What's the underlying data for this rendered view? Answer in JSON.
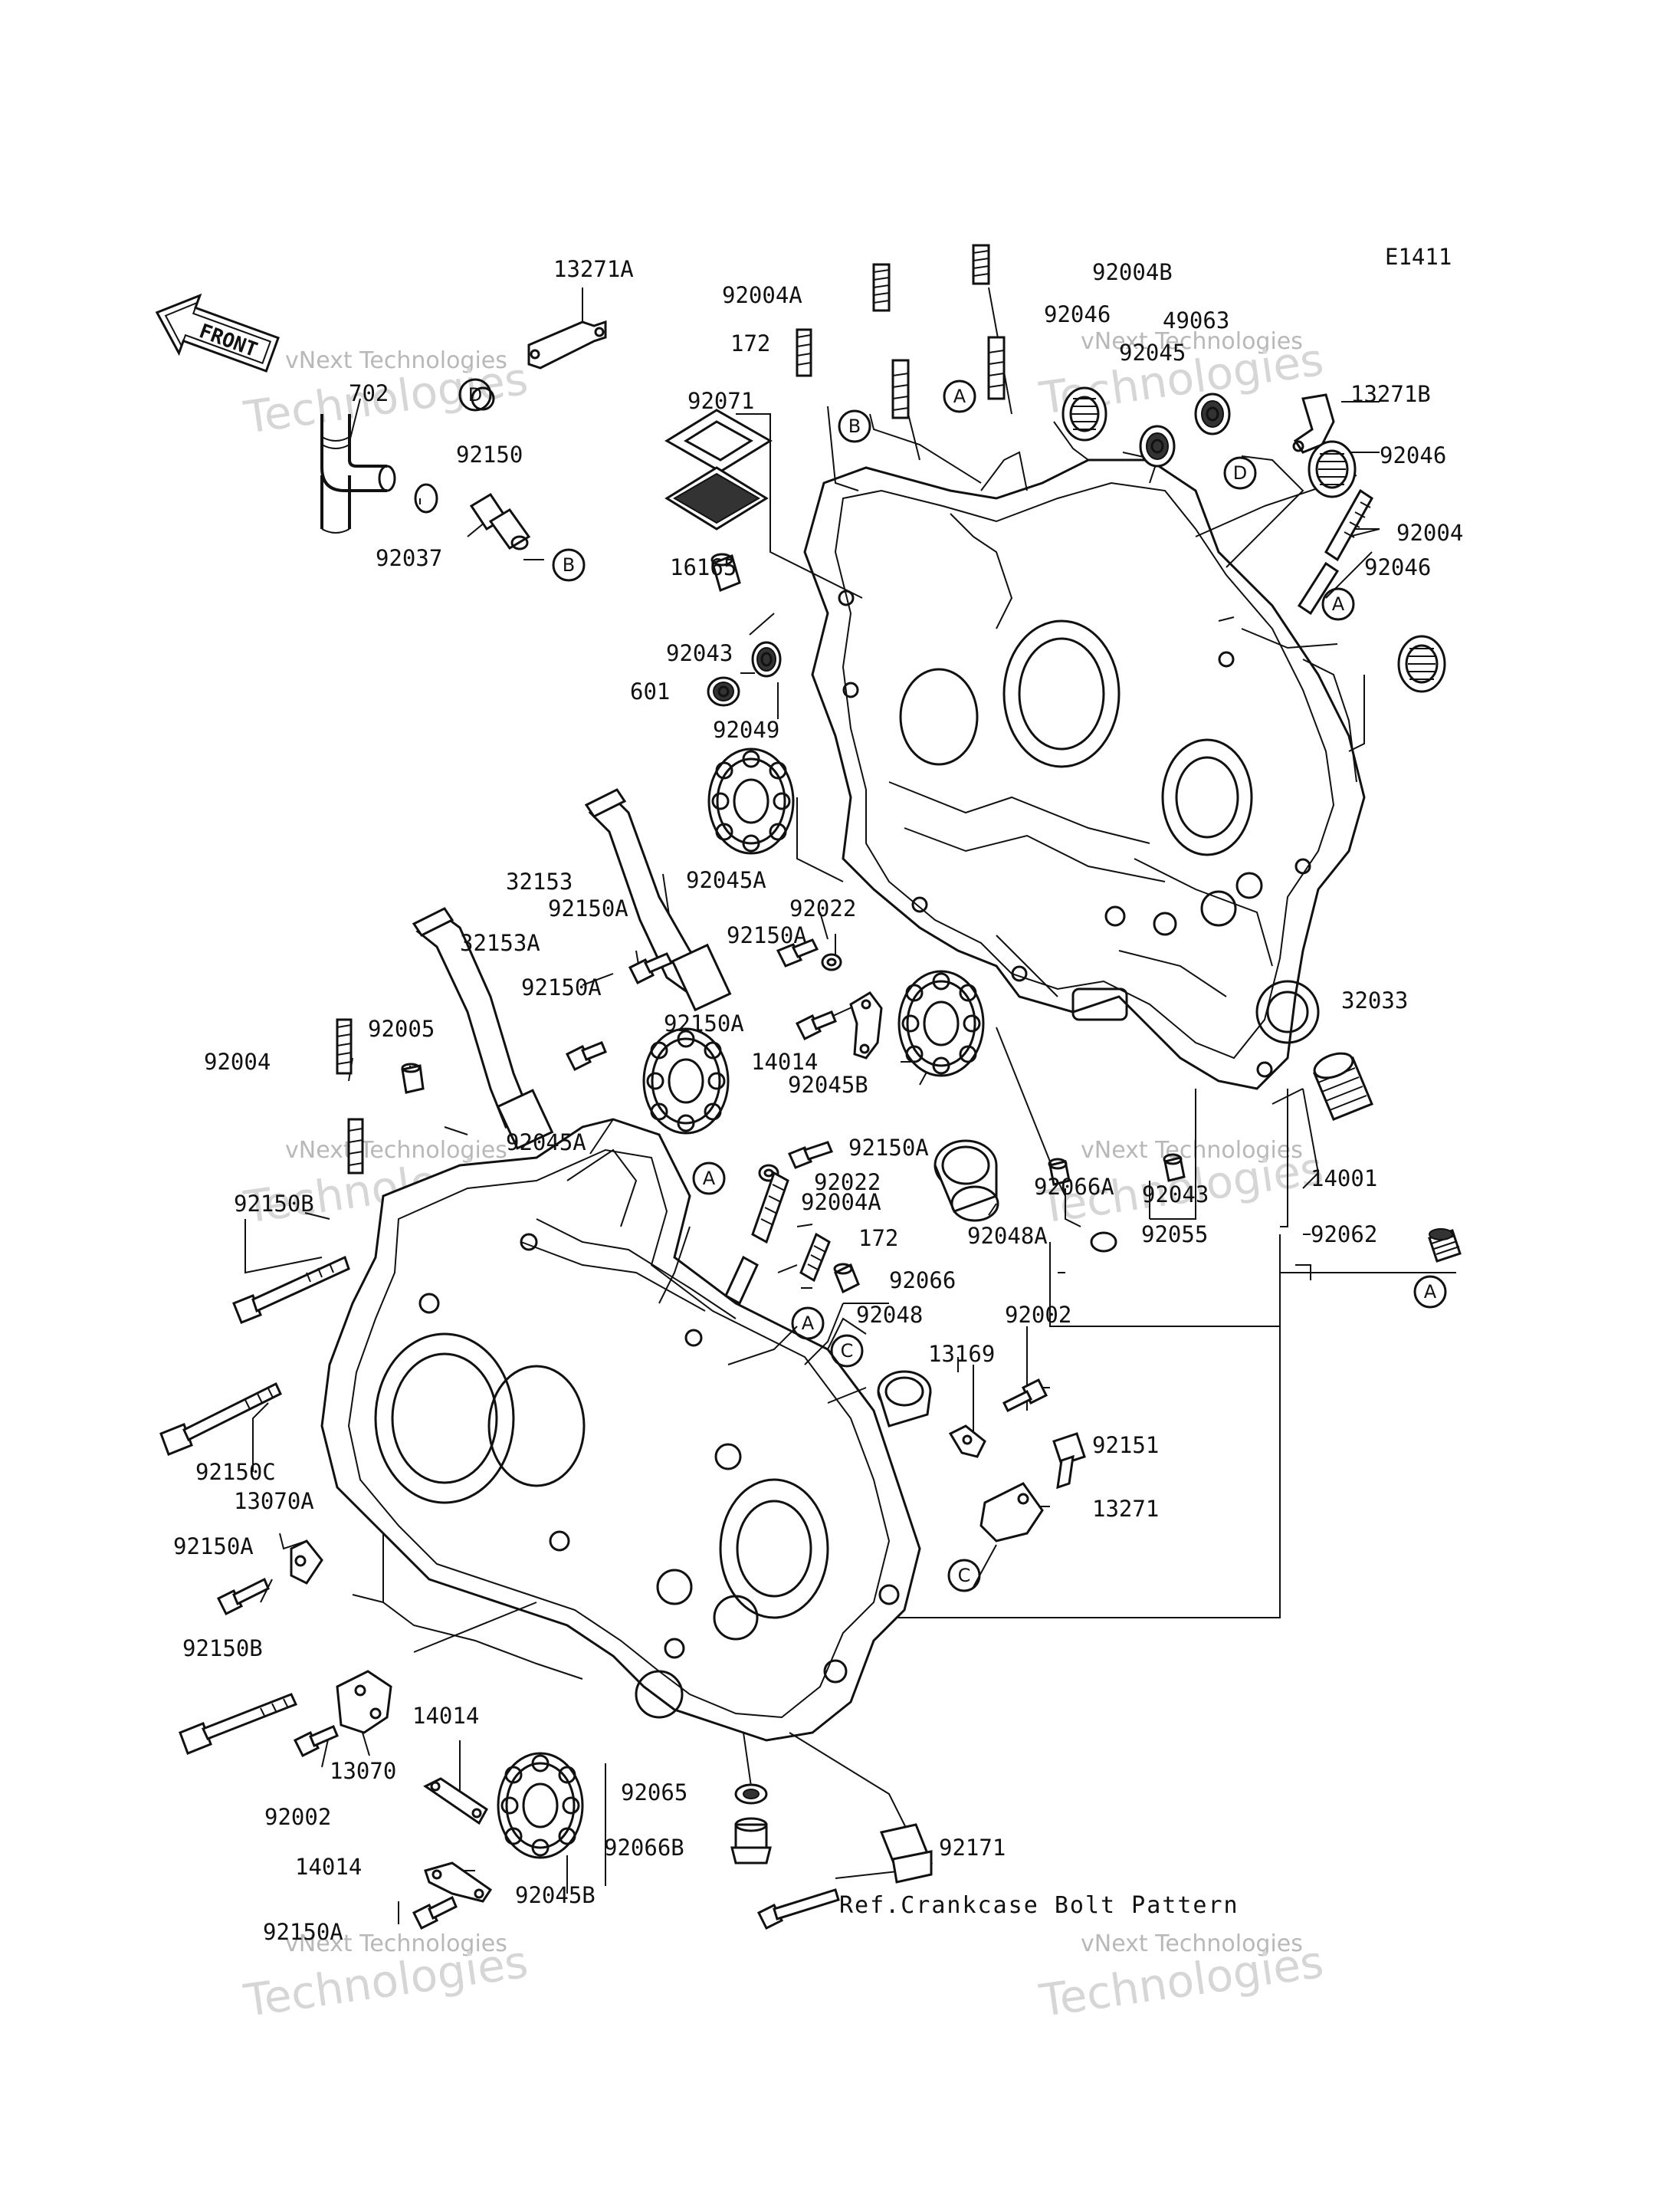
{
  "diagram_id": "E1411",
  "front_label": "FRONT",
  "reference_note": "Ref.Crankcase Bolt Pattern",
  "watermark": {
    "line1": "vNext Technologies",
    "line2": "Technologies"
  },
  "labels": {
    "l13271A": "13271A",
    "l702": "702",
    "l92150": "92150",
    "l92037": "92037",
    "l92004A_top": "92004A",
    "l92004B": "92004B",
    "l172_top": "172",
    "l92071": "92071",
    "l16165": "16165",
    "l92043_top": "92043",
    "l601": "601",
    "l92049": "92049",
    "l92046_top": "92046",
    "l92045_top": "92045",
    "l49063": "49063",
    "l13271B": "13271B",
    "l92046_mid": "92046",
    "l92004_right": "92004",
    "l92046_low": "92046",
    "l92045A_top": "92045A",
    "l32153": "32153",
    "l92150A_1": "92150A",
    "l92022_top": "92022",
    "l92150A_2": "92150A",
    "l32153A": "32153A",
    "l92150A_3": "92150A",
    "l92150A_4": "92150A",
    "l14014_top": "14014",
    "l92045B_mid": "92045B",
    "l32033": "32033",
    "l92004_left": "92004",
    "l92005": "92005",
    "l92045A_mid": "92045A",
    "l92150A_5": "92150A",
    "l92022_mid": "92022",
    "l92150B_top": "92150B",
    "l92004A_mid": "92004A",
    "l172_mid": "172",
    "l92066": "92066",
    "l92066A": "92066A",
    "l92043_mid": "92043",
    "l14001": "14001",
    "l92048A": "92048A",
    "l92055": "92055",
    "l92062": "92062",
    "l92048": "92048",
    "l92002_top": "92002",
    "l13169": "13169",
    "l92151": "92151",
    "l13271": "13271",
    "l92150C": "92150C",
    "l13070A": "13070A",
    "l92150A_6": "92150A",
    "l92150B_low": "92150B",
    "l14014_mid": "14014",
    "l13070": "13070",
    "l92002_low": "92002",
    "l92065": "92065",
    "l92066B": "92066B",
    "l92171": "92171",
    "l14014_low": "14014",
    "l92150A_7": "92150A",
    "l92045B_low": "92045B"
  },
  "callouts": {
    "c_B1": "B",
    "c_A1": "A",
    "c_B2": "B",
    "c_D1": "D",
    "c_D2": "D",
    "c_A2": "A",
    "c_A3": "A",
    "c_A4": "A",
    "c_C1": "C",
    "c_A5": "A",
    "c_C2": "C"
  }
}
